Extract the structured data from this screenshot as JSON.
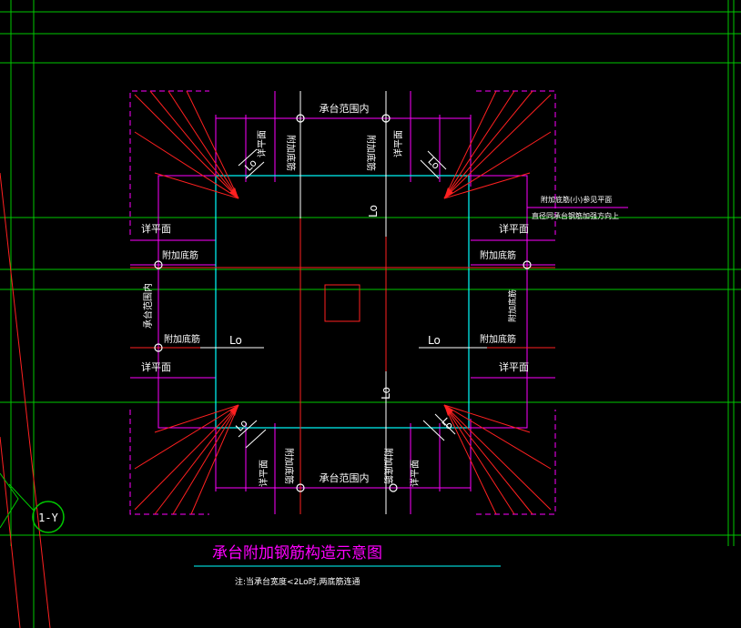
{
  "drawing": {
    "title": "承台附加钢筋构造示意图",
    "note": "注:当承台宽度<2Lo时,两底筋连通",
    "axis_tag": "1-Y"
  },
  "labels": {
    "within_cap_range": "承台范围内",
    "see_plan": "详平面",
    "add_bottom_bar": "附加底筋",
    "lo": "Lo",
    "side_note_1": "附加底筋(小)参见平面",
    "side_note_2": "直径同承台钢筋加强方向上"
  },
  "colors": {
    "background": "#000000",
    "grid": "#00c800",
    "magenta": "#ff00ff",
    "cyan": "#00ffff",
    "red": "#ff2020",
    "white": "#ffffff",
    "title": "#ff00ff"
  }
}
